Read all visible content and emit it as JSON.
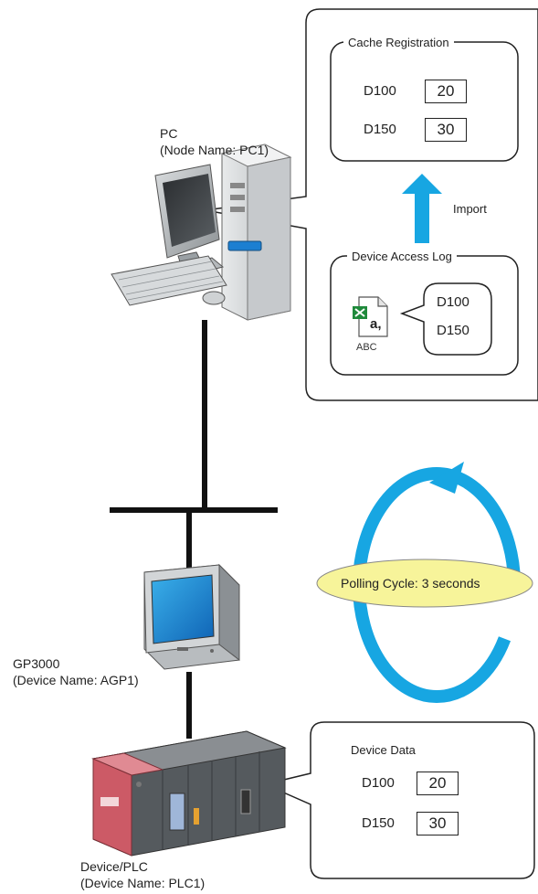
{
  "pc": {
    "title": "PC",
    "subtitle": "(Node Name: PC1)"
  },
  "gp": {
    "title": "GP3000",
    "subtitle": "(Device Name: AGP1)"
  },
  "plc": {
    "title": "Device/PLC",
    "subtitle": "(Device Name: PLC1)"
  },
  "cache": {
    "title": "Cache Registration",
    "rows": [
      {
        "addr": "D100",
        "value": "20"
      },
      {
        "addr": "D150",
        "value": "30"
      }
    ]
  },
  "import_label": "Import",
  "log": {
    "title": "Device Access Log",
    "file_label": "ABC",
    "file_glyph": "a,",
    "bubble_items": [
      "D100",
      "D150"
    ]
  },
  "polling": {
    "label": "Polling Cycle: 3 seconds"
  },
  "device_data": {
    "title": "Device Data",
    "rows": [
      {
        "addr": "D100",
        "value": "20"
      },
      {
        "addr": "D150",
        "value": "30"
      }
    ]
  },
  "colors": {
    "arrow": "#17a6e2",
    "ellipse": "#f7f49a",
    "plc_red": "#cc5a66",
    "plc_dark": "#555a5e"
  }
}
